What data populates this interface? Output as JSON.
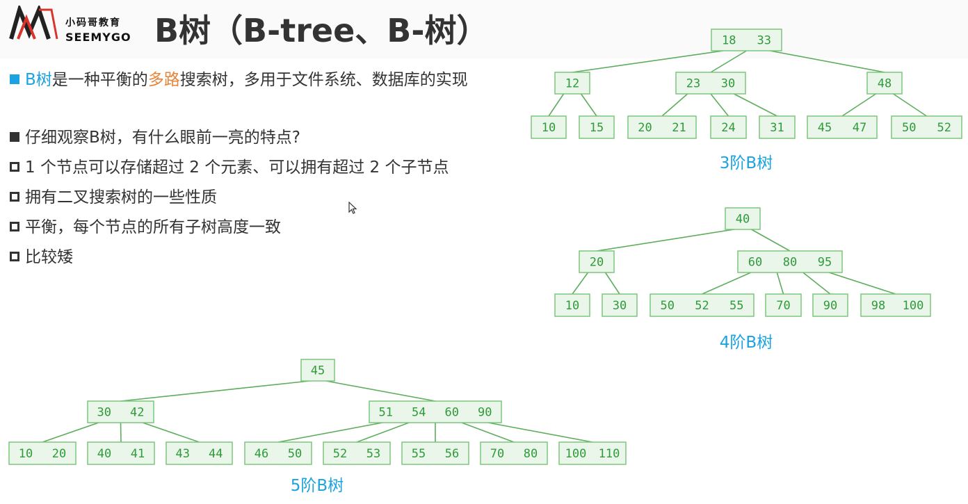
{
  "brand": {
    "cn": "小码哥教育",
    "en": "SEEMYGO"
  },
  "title": "B树（B-tree、B-树）",
  "intro": {
    "b": "B树",
    "p1": "是一种平衡的",
    "hl": "多路",
    "p2": "搜索树，多用于文件系统、数据库的实现"
  },
  "question": "仔细观察B树，有什么眼前一亮的特点?",
  "features": [
    "1 个节点可以存储超过 2 个元素、可以拥有超过 2 个子节点",
    "拥有二叉搜索树的一些性质",
    "平衡，每个节点的所有子树高度一致",
    "比较矮"
  ],
  "colors": {
    "node_fill": "#e9f6e9",
    "node_stroke": "#7cc67c",
    "node_text": "#2f9a3a",
    "edge": "#5cae5c",
    "caption": "#1aa3e0",
    "accent_blue": "#1aa3e0",
    "accent_orange": "#e8843a"
  },
  "trees": [
    {
      "caption": "3阶B树",
      "nodes": [
        {
          "keys": [
            "18",
            "33"
          ]
        },
        {
          "keys": [
            "12"
          ]
        },
        {
          "keys": [
            "23",
            "30"
          ]
        },
        {
          "keys": [
            "48"
          ]
        },
        {
          "keys": [
            "10"
          ]
        },
        {
          "keys": [
            "15"
          ]
        },
        {
          "keys": [
            "20",
            "21"
          ]
        },
        {
          "keys": [
            "24"
          ]
        },
        {
          "keys": [
            "31"
          ]
        },
        {
          "keys": [
            "45",
            "47"
          ]
        },
        {
          "keys": [
            "50",
            "52"
          ]
        }
      ],
      "edges": [
        [
          0,
          1
        ],
        [
          0,
          2
        ],
        [
          0,
          3
        ],
        [
          1,
          4
        ],
        [
          1,
          5
        ],
        [
          2,
          6
        ],
        [
          2,
          7
        ],
        [
          2,
          8
        ],
        [
          3,
          9
        ],
        [
          3,
          10
        ]
      ]
    },
    {
      "caption": "4阶B树",
      "nodes": [
        {
          "keys": [
            "40"
          ]
        },
        {
          "keys": [
            "20"
          ]
        },
        {
          "keys": [
            "60",
            "80",
            "95"
          ]
        },
        {
          "keys": [
            "10"
          ]
        },
        {
          "keys": [
            "30"
          ]
        },
        {
          "keys": [
            "50",
            "52",
            "55"
          ]
        },
        {
          "keys": [
            "70"
          ]
        },
        {
          "keys": [
            "90"
          ]
        },
        {
          "keys": [
            "98",
            "100"
          ]
        }
      ],
      "edges": [
        [
          0,
          1
        ],
        [
          0,
          2
        ],
        [
          1,
          3
        ],
        [
          1,
          4
        ],
        [
          2,
          5
        ],
        [
          2,
          6
        ],
        [
          2,
          7
        ],
        [
          2,
          8
        ]
      ]
    },
    {
      "caption": "5阶B树",
      "nodes": [
        {
          "keys": [
            "45"
          ]
        },
        {
          "keys": [
            "30",
            "42"
          ]
        },
        {
          "keys": [
            "51",
            "54",
            "60",
            "90"
          ]
        },
        {
          "keys": [
            "10",
            "20"
          ]
        },
        {
          "keys": [
            "40",
            "41"
          ]
        },
        {
          "keys": [
            "43",
            "44"
          ]
        },
        {
          "keys": [
            "46",
            "50"
          ]
        },
        {
          "keys": [
            "52",
            "53"
          ]
        },
        {
          "keys": [
            "55",
            "56"
          ]
        },
        {
          "keys": [
            "70",
            "80"
          ]
        },
        {
          "keys": [
            "100",
            "110"
          ]
        }
      ],
      "edges": [
        [
          0,
          1
        ],
        [
          0,
          2
        ],
        [
          1,
          3
        ],
        [
          1,
          4
        ],
        [
          1,
          5
        ],
        [
          2,
          6
        ],
        [
          2,
          7
        ],
        [
          2,
          8
        ],
        [
          2,
          9
        ],
        [
          2,
          10
        ]
      ]
    }
  ]
}
